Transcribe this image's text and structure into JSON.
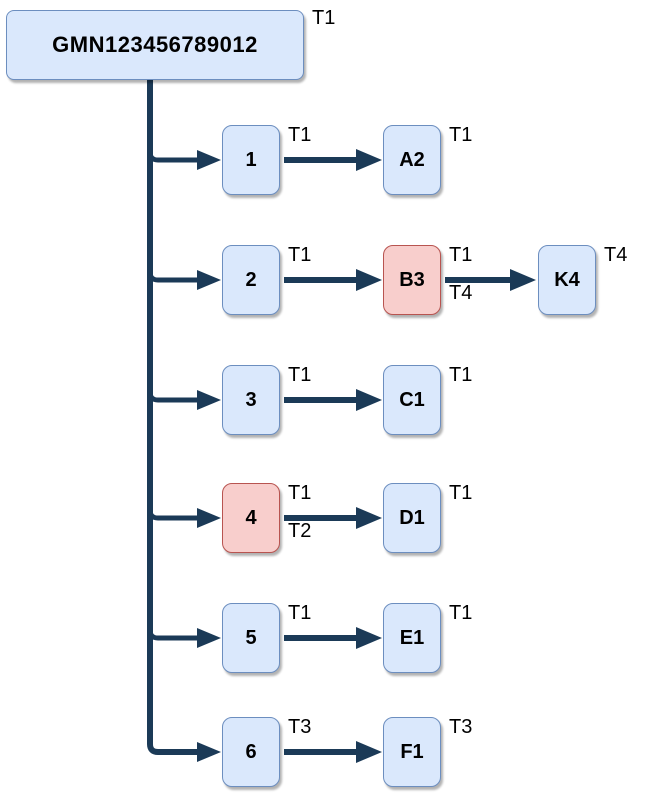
{
  "diagram": {
    "colors": {
      "node_fill_blue": "#dae8fc",
      "node_border_blue": "#6c8ebf",
      "node_fill_red": "#f8cecc",
      "node_border_red": "#b85450",
      "connector": "#1b3a57",
      "text": "#000000",
      "background": "#ffffff"
    },
    "root": {
      "label": "GMN123456789012",
      "tag": "T1"
    },
    "rows": [
      {
        "mid": {
          "label": "1",
          "tag1": "T1"
        },
        "end": {
          "label": "A2",
          "tag1": "T1"
        }
      },
      {
        "mid": {
          "label": "2",
          "tag1": "T1"
        },
        "end": {
          "label": "B3",
          "tag1": "T1",
          "tag2": "T4",
          "highlight": true
        },
        "extra": {
          "label": "K4",
          "tag1": "T4"
        }
      },
      {
        "mid": {
          "label": "3",
          "tag1": "T1"
        },
        "end": {
          "label": "C1",
          "tag1": "T1"
        }
      },
      {
        "mid": {
          "label": "4",
          "tag1": "T1",
          "tag2": "T2",
          "highlight": true
        },
        "end": {
          "label": "D1",
          "tag1": "T1"
        }
      },
      {
        "mid": {
          "label": "5",
          "tag1": "T1"
        },
        "end": {
          "label": "E1",
          "tag1": "T1"
        }
      },
      {
        "mid": {
          "label": "6",
          "tag1": "T3"
        },
        "end": {
          "label": "F1",
          "tag1": "T3"
        }
      }
    ]
  }
}
